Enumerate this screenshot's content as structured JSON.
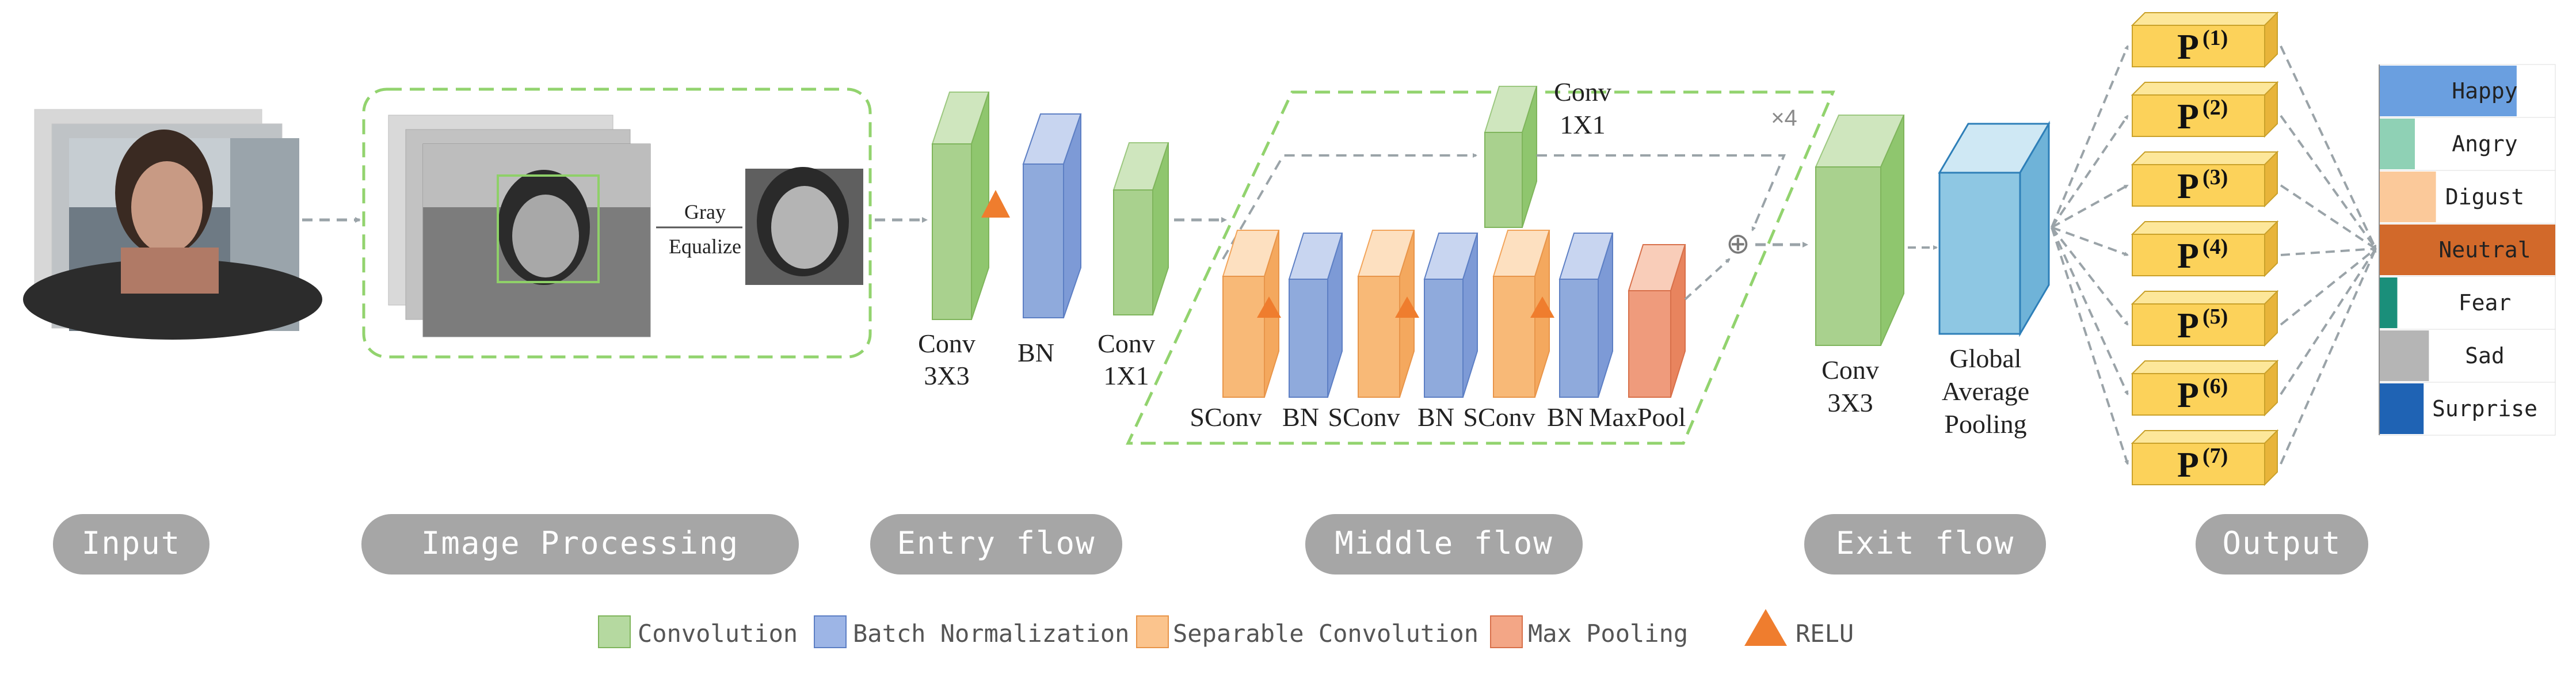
{
  "stages": [
    {
      "label": "Input"
    },
    {
      "label": "Image Processing"
    },
    {
      "label": "Entry flow"
    },
    {
      "label": "Middle flow"
    },
    {
      "label": "Exit flow"
    },
    {
      "label": "Output"
    }
  ],
  "image_processing": {
    "gray_label": "Gray",
    "equalize_label": "Equalize"
  },
  "entry_flow": {
    "conv1_label_a": "Conv",
    "conv1_label_b": "3X3",
    "bn_label": "BN",
    "conv2_label_a": "Conv",
    "conv2_label_b": "1X1"
  },
  "middle_flow": {
    "repeat_label": "×4",
    "skip_conv_label_a": "Conv",
    "skip_conv_label_b": "1X1",
    "blocks": [
      "SConv",
      "BN",
      "SConv",
      "BN",
      "SConv",
      "BN",
      "MaxPool"
    ],
    "sum_symbol": "⊕"
  },
  "exit_flow": {
    "conv_label_a": "Conv",
    "conv_label_b": "3X3",
    "gap_label_a": "Global",
    "gap_label_b": "Average",
    "gap_label_c": "Pooling"
  },
  "output": {
    "p_letter": "P",
    "p_indices": [
      "(1)",
      "(2)",
      "(3)",
      "(4)",
      "(5)",
      "(6)",
      "(7)"
    ],
    "emotions": [
      {
        "label": "Happy",
        "color": "#6a9fe0",
        "fill": 0.78
      },
      {
        "label": "Angry",
        "color": "#8fd1b5",
        "fill": 0.2
      },
      {
        "label": "Digust",
        "color": "#fbc99a",
        "fill": 0.32
      },
      {
        "label": "Neutral",
        "color": "#d2692a",
        "fill": 1.0
      },
      {
        "label": "Fear",
        "color": "#1a8f7a",
        "fill": 0.1
      },
      {
        "label": "Sad",
        "color": "#b5b5b5",
        "fill": 0.28
      },
      {
        "label": "Surprise",
        "color": "#1f63b4",
        "fill": 0.25
      }
    ]
  },
  "legend": [
    {
      "label": "Convolution",
      "color": "#b5d9a0"
    },
    {
      "label": "Batch Normalization",
      "color": "#9db5e6"
    },
    {
      "label": "Separable Convolution",
      "color": "#fbc48d"
    },
    {
      "label": "Max Pooling",
      "color": "#f3a686"
    }
  ],
  "relu": {
    "label": "RELU",
    "color": "#ef7d2e"
  },
  "colors": {
    "conv": "#a9d18e",
    "bn": "#8faadc",
    "sconv": "#f8b977",
    "maxpool": "#ef9b7c",
    "gap": "#8ec7e3",
    "pbox": "#fcd25a",
    "pill": "#a6a6a6",
    "dash_green": "#92d36e",
    "arrow": "#9aa3a8"
  }
}
